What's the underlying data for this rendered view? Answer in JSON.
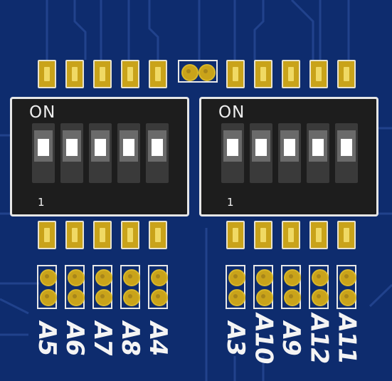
{
  "colors": {
    "board": "#0e2c6e",
    "trace": "#20408a",
    "pad_gold": "#c9a31a",
    "silkscreen": "#ececec",
    "switch_body": "#1d1d1d"
  },
  "switch_left": {
    "on_label": "ON",
    "position_label": "1"
  },
  "switch_right": {
    "on_label": "ON",
    "position_label": "1"
  },
  "address_labels_left": [
    "A5",
    "A6",
    "A7",
    "A8",
    "A4"
  ],
  "address_labels_right": [
    "A3",
    "A10",
    "A9",
    "A12",
    "A11"
  ]
}
